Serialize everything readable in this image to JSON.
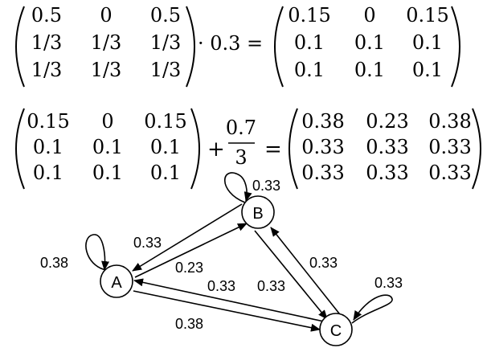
{
  "equation1": {
    "lhs": [
      [
        "0.5",
        "0",
        "0.5"
      ],
      [
        "1/3",
        "1/3",
        "1/3"
      ],
      [
        "1/3",
        "1/3",
        "1/3"
      ]
    ],
    "operator": "· 0.3 =",
    "rhs": [
      [
        "0.15",
        "0",
        "0.15"
      ],
      [
        "0.1",
        "0.1",
        "0.1"
      ],
      [
        "0.1",
        "0.1",
        "0.1"
      ]
    ]
  },
  "equation2": {
    "lhs": [
      [
        "0.15",
        "0",
        "0.15"
      ],
      [
        "0.1",
        "0.1",
        "0.1"
      ],
      [
        "0.1",
        "0.1",
        "0.1"
      ]
    ],
    "plus": "+",
    "fraction_num": "0.7",
    "fraction_den": "3",
    "equals": "=",
    "rhs": [
      [
        "0.38",
        "0.23",
        "0.38"
      ],
      [
        "0.33",
        "0.33",
        "0.33"
      ],
      [
        "0.33",
        "0.33",
        "0.33"
      ]
    ]
  },
  "graph": {
    "nodes": {
      "a": "A",
      "b": "B",
      "c": "C"
    },
    "edges": {
      "b_self": "0.33",
      "b_to_a": "0.33",
      "a_self": "0.38",
      "a_to_b": "0.23",
      "c_to_a": "0.33",
      "b_to_c": "0.33",
      "c_to_b": "0.33",
      "c_self": "0.33",
      "a_to_c": "0.38"
    }
  }
}
